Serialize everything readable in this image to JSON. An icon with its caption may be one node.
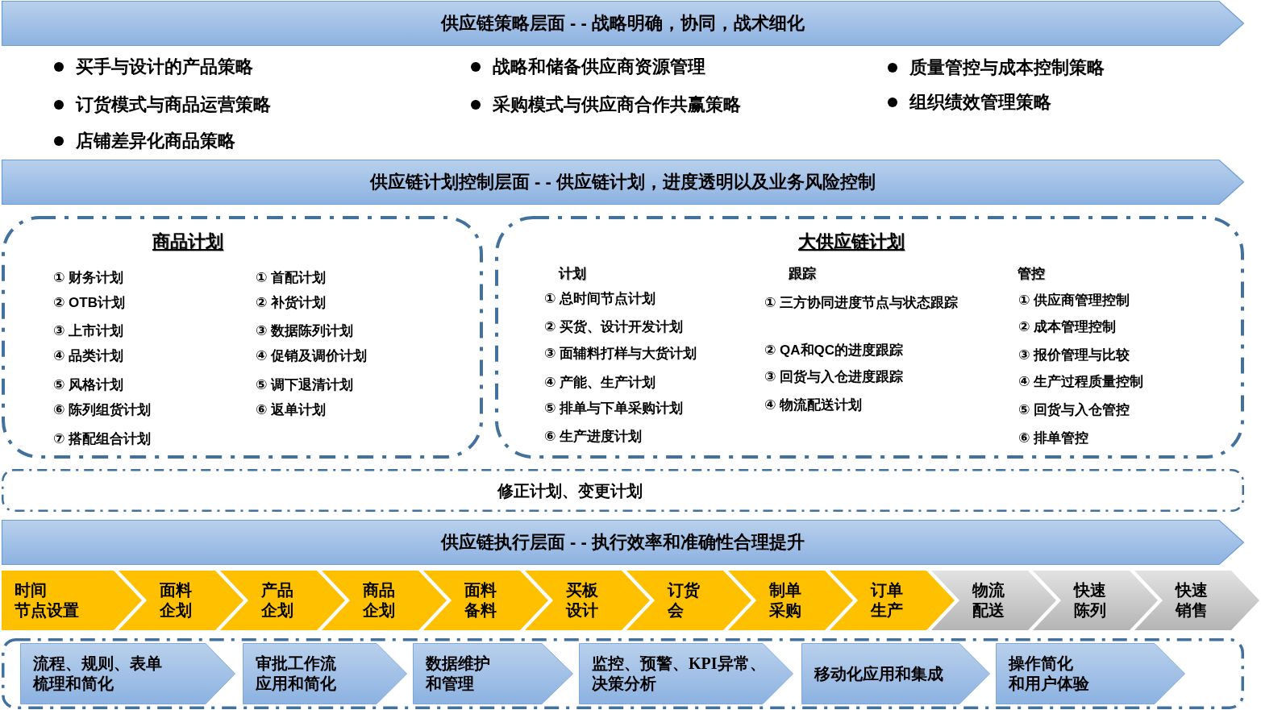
{
  "diagram": {
    "nodes": [
      {
        "text": [
          "供应链策略层面 - - 战略明确，协同，战术细化"
        ],
        "beside": [
          "买手与设计的产品策略",
          "战略和储备供应商资源管理",
          "质量管控与成本控制策略",
          "订货模式与商品运营策略",
          "采购模式与供应商合作共赢策略",
          "组织绩效管理策略",
          "店铺差异化商品策略"
        ]
      },
      {
        "text": [
          "供应链计划控制层面 - - 供应链计划，进度透明以及业务风险控制"
        ]
      },
      {
        "text": [
          "商品计划",
          "① 财务计划",
          "① 首配计划",
          "② OTB计划",
          "② 补货计划",
          "③ 上市计划",
          "③ 数据陈列计划",
          "④ 品类计划",
          "④ 促销及调价计划",
          "⑤ 风格计划",
          "⑤ 调下退清计划",
          "⑥ 陈列组货计划",
          "⑥ 返单计划",
          "⑦ 搭配组合计划"
        ]
      },
      {
        "text": [
          "大供应链计划",
          "计划",
          "① 总时间节点计划",
          "② 买货、设计开发计划",
          "③ 面辅料打样与大货计划",
          "④ 产能、生产计划",
          "⑤ 排单与下单采购计划",
          "⑥ 生产进度计划",
          "跟踪",
          "① 三方协同进度节点与状态跟踪",
          "② QA和QC的进度跟踪",
          "③ 回货与入仓进度跟踪",
          "④ 物流配送计划",
          "管控",
          "① 供应商管理控制",
          "② 成本管理控制",
          "③ 报价管理与比较",
          "④ 生产过程质量控制",
          "⑤ 回货与入仓管控",
          "⑥ 排单管控"
        ]
      },
      {
        "text": [
          "修正计划、变更计划"
        ]
      },
      {
        "text": [
          "供应链执行层面 - - 执行效率和准确性合理提升"
        ]
      },
      {
        "text": [
          "时间节点设置"
        ]
      },
      {
        "text": [
          "面料企划"
        ]
      },
      {
        "text": [
          "产品企划"
        ]
      },
      {
        "text": [
          "商品企划"
        ]
      },
      {
        "text": [
          "面料备料"
        ]
      },
      {
        "text": [
          "买板设计"
        ]
      },
      {
        "text": [
          "订货会"
        ]
      },
      {
        "text": [
          "制单采购"
        ]
      },
      {
        "text": [
          "订单生产"
        ]
      },
      {
        "text": [
          "物流配送"
        ]
      },
      {
        "text": [
          "快速陈列"
        ]
      },
      {
        "text": [
          "快速销售"
        ]
      },
      {
        "text": [],
        "shape": "box"
      },
      {
        "text": [
          "流程、规则、表单梳理和简化"
        ],
        "in": 18
      },
      {
        "text": [
          "审批工作流应用和简化"
        ],
        "in": 18
      },
      {
        "text": [
          "数据维护和管理"
        ],
        "in": 18
      },
      {
        "text": [
          "监控、预警、KPI异常、决策分析"
        ],
        "in": 18
      },
      {
        "text": [
          "移动化应用和集成"
        ],
        "in": 18
      },
      {
        "text": [
          "操作简化和用户体验"
        ],
        "in": 18
      }
    ]
  }
}
